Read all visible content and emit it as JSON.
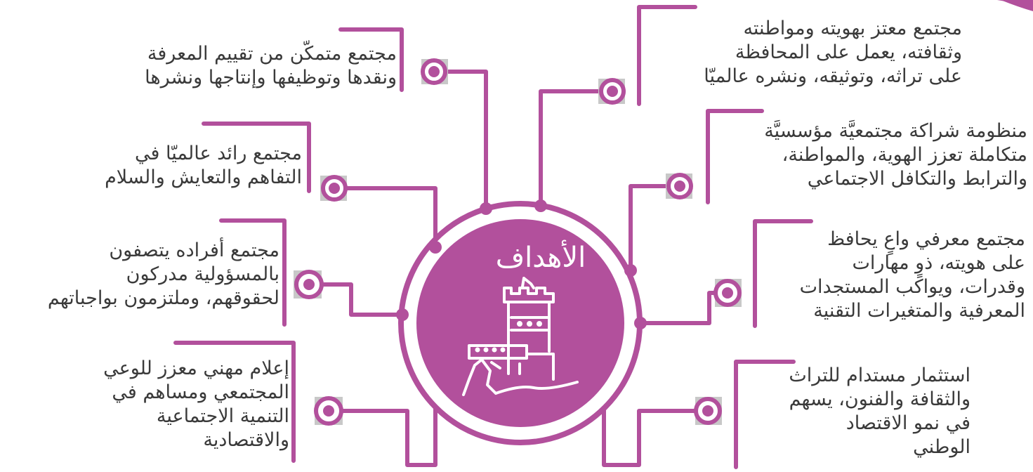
{
  "hub": {
    "title": "الأهداف",
    "icon": "castle-fort-icon"
  },
  "colors": {
    "accent": "#b2509c",
    "text": "#3a3a3a",
    "node_fill": "#c8c8c8"
  },
  "goals_right": [
    "مجتمع معتز بهويته ومواطنته\nوثقافته، يعمل على المحافظة\nعلى تراثه، وتوثيقه، ونشره عالميّا",
    "منظومة شراكة مجتمعيَّة مؤسسيَّة\nمتكاملة تعزز الهوية، والمواطنة،\nوالترابط والتكافل الاجتماعي",
    "مجتمع معرفي واعٍ يحافظ\nعلى هويته، ذوٍ مهارات\nوقدرات، ويواكب المستجدات\nالمعرفية والمتغيرات التقنية",
    "استثمار مستدام للتراث\nوالثقافة والفنون، يسهم\nفي نمو الاقتصاد\nالوطني"
  ],
  "goals_left": [
    "مجتمع متمكّن من تقييم المعرفة\nونقدها وتوظيفها وإنتاجها ونشرها",
    "مجتمع رائد عالميّا في\nالتفاهم والتعايش والسلام",
    "مجتمع أفراده يتصفون\nبالمسؤولية مدركون\nلحقوقهم، وملتزمون بواجباتهم",
    "إعلام مهني معزز للوعي\nالمجتمعي ومساهم في\nالتنمية الاجتماعية\nوالاقتصادية"
  ]
}
